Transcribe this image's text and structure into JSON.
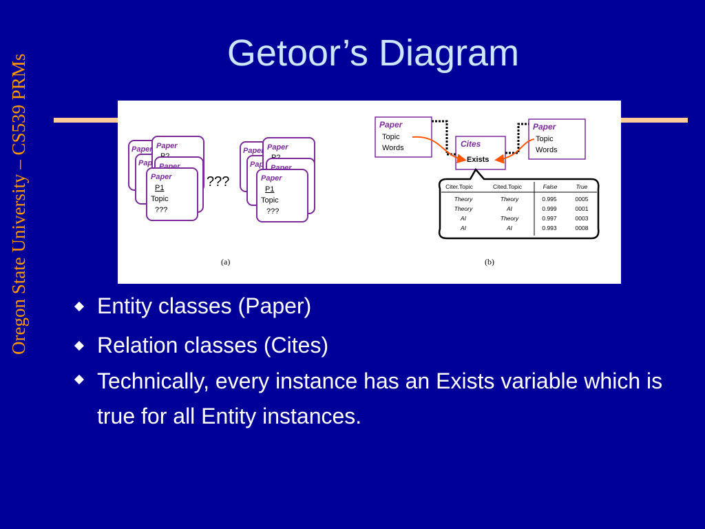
{
  "slide": {
    "title": "Getoor’s Diagram",
    "side_label": "Oregon State University – CS539 PRMs"
  },
  "figure": {
    "panel_a": {
      "caption": "(a)",
      "question_marks": "???",
      "card_title": "Paper",
      "back_id": "P2",
      "front_id": "P1",
      "front_attr": "Topic",
      "front_value": "???"
    },
    "panel_b": {
      "caption": "(b)",
      "left_box": {
        "title": "Paper",
        "attrs": [
          "Topic",
          "Words"
        ]
      },
      "middle_box": {
        "title": "Cites",
        "attr": "Exists"
      },
      "right_box": {
        "title": "Paper",
        "attrs": [
          "Topic",
          "Words"
        ]
      },
      "table": {
        "headers": [
          "Citer.Topic",
          "Cited.Topic",
          "False",
          "True"
        ],
        "rows": [
          [
            "Theory",
            "Theory",
            "0.995",
            "0005"
          ],
          [
            "Theory",
            "AI",
            "0.999",
            "0001"
          ],
          [
            "AI",
            "Theory",
            "0.997",
            "0003"
          ],
          [
            "AI",
            "AI",
            "0.993",
            "0008"
          ]
        ]
      }
    },
    "colors": {
      "box_border": "#7a2a9a",
      "title_text": "#7a2a9a",
      "arrow": "#ff5500"
    }
  },
  "bullets": [
    "Entity classes (Paper)",
    "Relation classes (Cites)",
    "Technically, every instance has an Exists variable which is true for all Entity instances."
  ]
}
